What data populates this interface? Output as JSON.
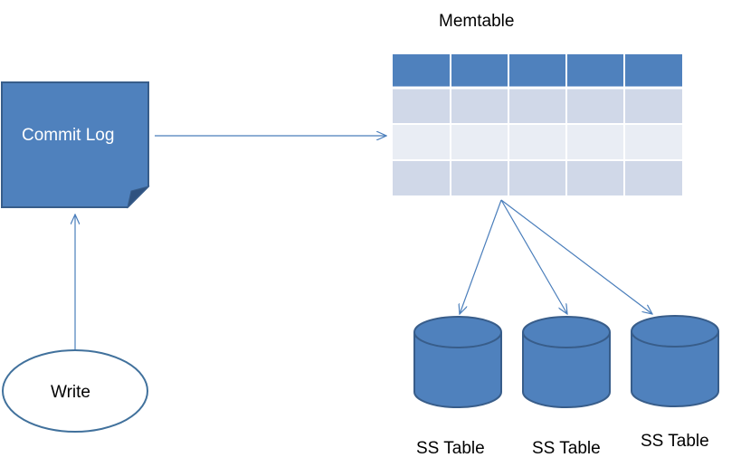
{
  "diagram": {
    "memtable_label": "Memtable",
    "commit_log_label": "Commit Log",
    "write_label": "Write",
    "sstables": [
      {
        "label": "SS Table"
      },
      {
        "label": "SS Table"
      },
      {
        "label": "SS Table"
      }
    ]
  },
  "colors": {
    "primary_blue": "#4F81BD",
    "dark_blue_border": "#385D8A",
    "arrow": "#4A7EBB",
    "row_dark": "#D0D8E8",
    "row_light": "#E9EDF4",
    "ellipse_border": "#41719C"
  }
}
